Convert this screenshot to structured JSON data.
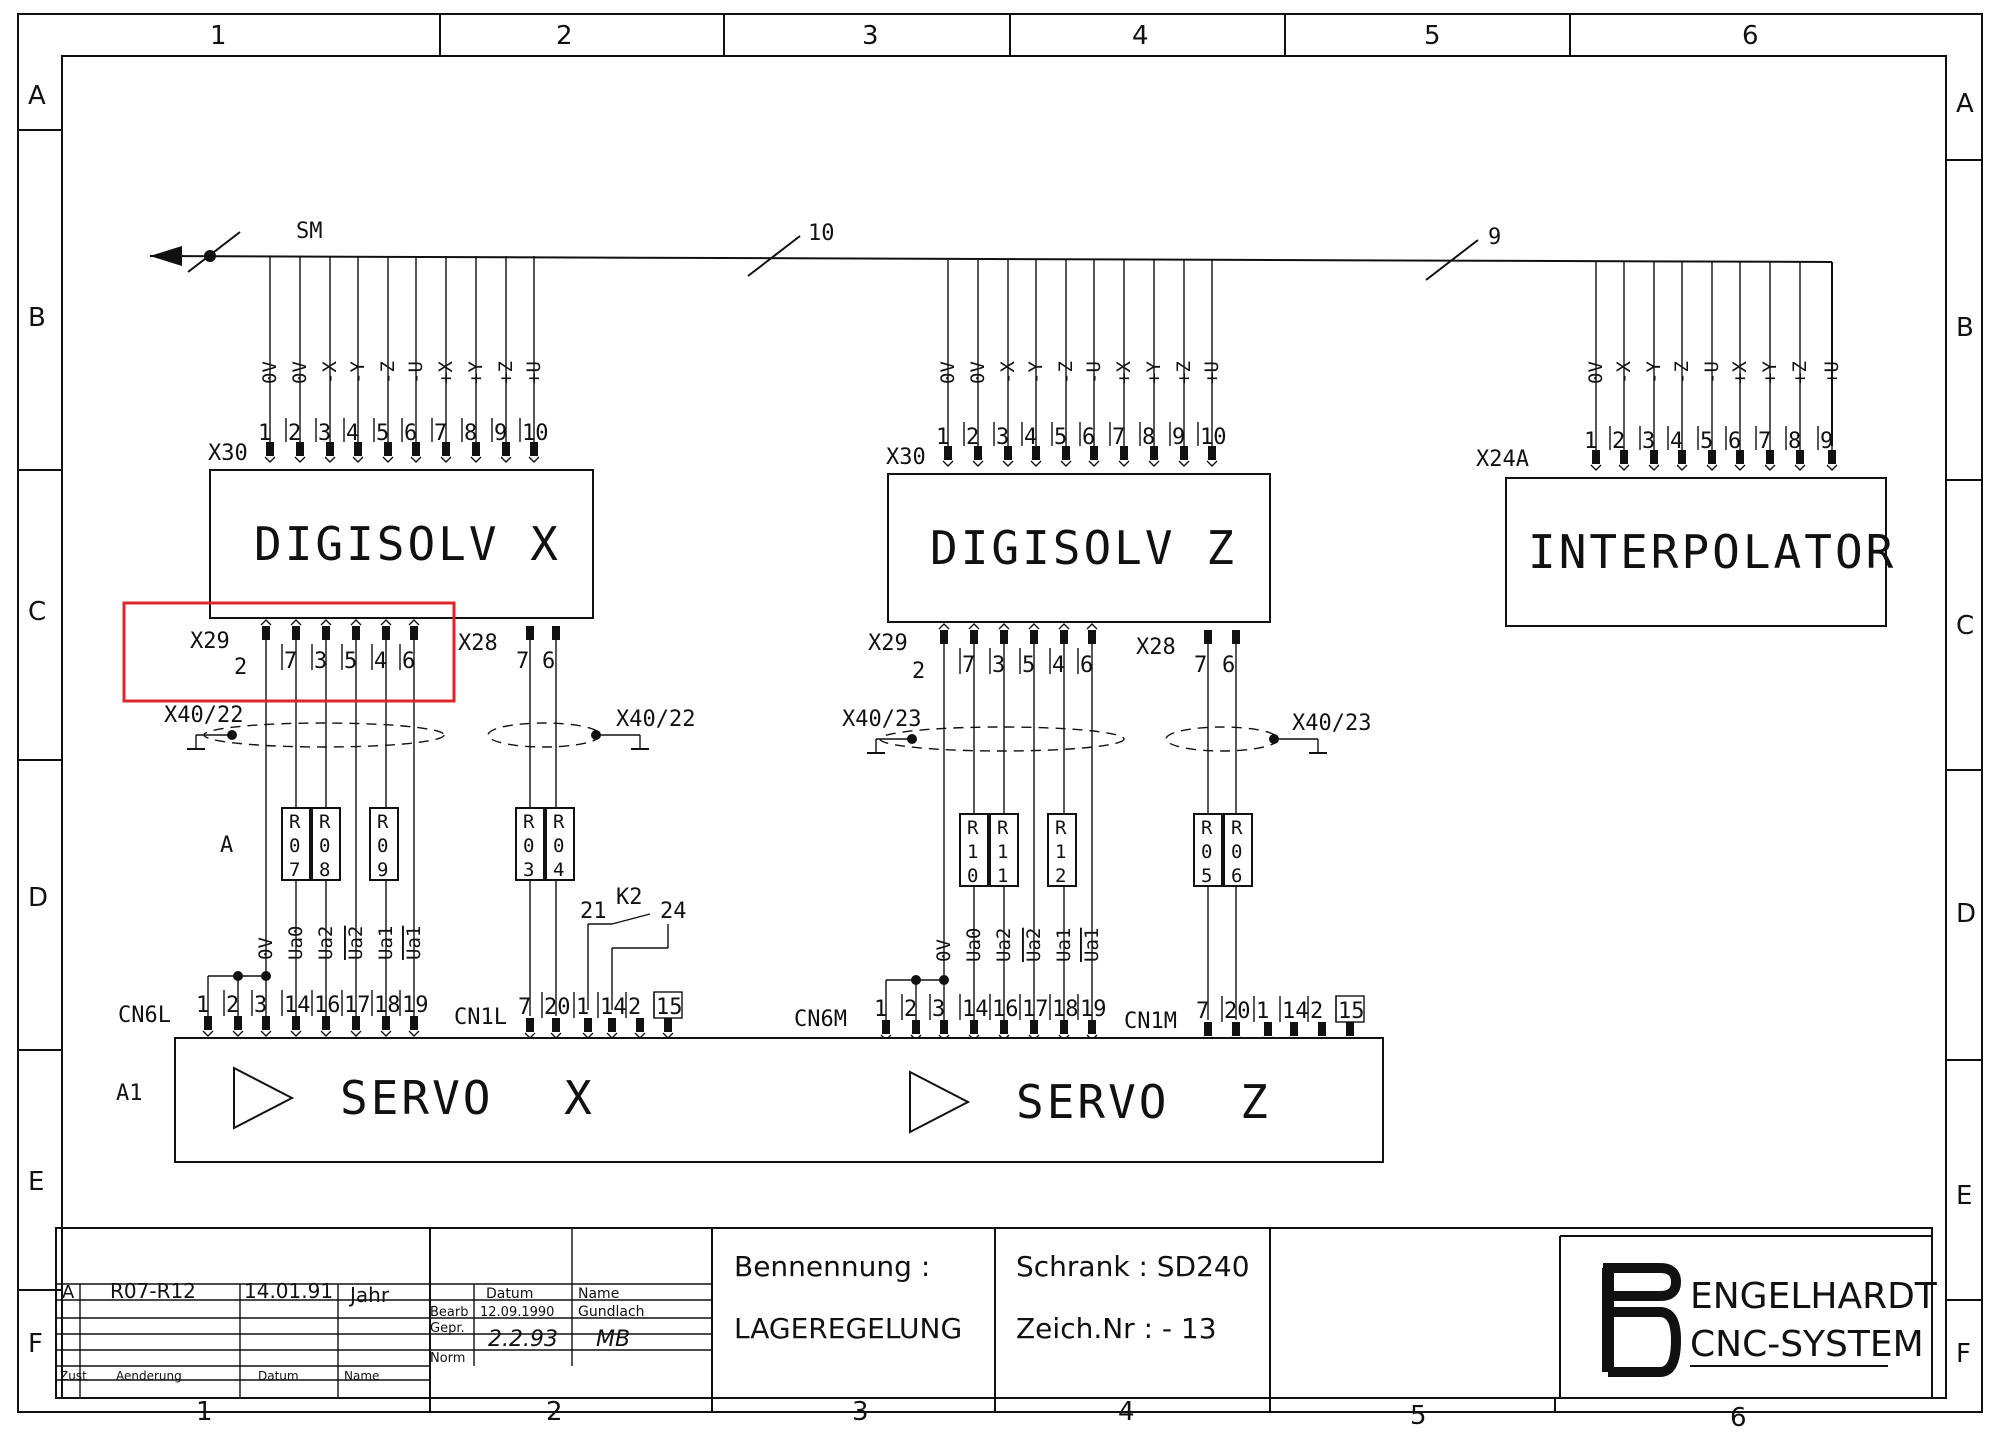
{
  "grid": {
    "columns": [
      "1",
      "2",
      "3",
      "4",
      "5",
      "6"
    ],
    "rows": [
      "A",
      "B",
      "C",
      "D",
      "E",
      "F"
    ]
  },
  "bus": {
    "label": "SM",
    "wire_count_1": "10",
    "wire_count_2": "9"
  },
  "blocks": {
    "digisolv_x": "DIGISOLV X",
    "digisolv_z": "DIGISOLV Z",
    "interpolator": "INTERPOLATOR",
    "servo_x": "SERVO X",
    "servo_z": "SERVO Z",
    "servo_designator": "A1"
  },
  "connectors": {
    "x30_a": {
      "name": "X30",
      "pins": [
        "1",
        "2",
        "3",
        "4",
        "5",
        "6",
        "7",
        "8",
        "9",
        "10"
      ],
      "signals": [
        "0V",
        "0V",
        "-X",
        "-Y",
        "-Z",
        "-U",
        "+X",
        "+Y",
        "+Z",
        "+U"
      ]
    },
    "x30_b": {
      "name": "X30",
      "pins": [
        "1",
        "2",
        "3",
        "4",
        "5",
        "6",
        "7",
        "8",
        "9",
        "10"
      ],
      "signals": [
        "0V",
        "0V",
        "-X",
        "-Y",
        "-Z",
        "-U",
        "+X",
        "+Y",
        "+Z",
        "+U"
      ]
    },
    "x24a": {
      "name": "X24A",
      "pins": [
        "1",
        "2",
        "3",
        "4",
        "5",
        "6",
        "7",
        "8",
        "9"
      ],
      "signals": [
        "0V",
        "-X",
        "-Y",
        "-Z",
        "-U",
        "+X",
        "+Y",
        "+Z",
        "+U"
      ]
    },
    "x29_a": {
      "name": "X29",
      "pins": [
        "2",
        "7",
        "3",
        "5",
        "4",
        "6"
      ]
    },
    "x28_a": {
      "name": "X28",
      "pins": [
        "7",
        "6"
      ]
    },
    "x29_b": {
      "name": "X29",
      "pins": [
        "2",
        "7",
        "3",
        "5",
        "4",
        "6"
      ]
    },
    "x28_b": {
      "name": "X28",
      "pins": [
        "7",
        "6"
      ]
    },
    "shield_1": "X40/22",
    "shield_2": "X40/22",
    "shield_3": "X40/23",
    "shield_4": "X40/23",
    "cn6l": {
      "name": "CN6L",
      "pins": [
        "1",
        "2",
        "3",
        "14",
        "16",
        "17",
        "18",
        "19"
      ]
    },
    "cn1l": {
      "name": "CN1L",
      "pins": [
        "7",
        "20",
        "1",
        "14",
        "2",
        "15"
      ]
    },
    "cn6m": {
      "name": "CN6M",
      "pins": [
        "1",
        "2",
        "3",
        "14",
        "16",
        "17",
        "18",
        "19"
      ]
    },
    "cn1m": {
      "name": "CN1M",
      "pins": [
        "7",
        "20",
        "1",
        "14",
        "2",
        "15"
      ]
    }
  },
  "resistors": {
    "r07": [
      "R",
      "0",
      "7"
    ],
    "r08": [
      "R",
      "0",
      "8"
    ],
    "r09": [
      "R",
      "0",
      "9"
    ],
    "r03": [
      "R",
      "0",
      "3"
    ],
    "r04": [
      "R",
      "0",
      "4"
    ],
    "r10": [
      "R",
      "1",
      "0"
    ],
    "r11": [
      "R",
      "1",
      "1"
    ],
    "r12": [
      "R",
      "1",
      "2"
    ],
    "r05": [
      "R",
      "0",
      "5"
    ],
    "r06": [
      "R",
      "0",
      "6"
    ]
  },
  "servo_signals": [
    "0V",
    "Ua0",
    "Ua2",
    "Ua2",
    "Ua1",
    "Ua1"
  ],
  "labels": {
    "a_mark": "A",
    "relay": "K2",
    "relay_pin_21": "21",
    "relay_pin_24": "24"
  },
  "title_block": {
    "rev_index": "A",
    "rev_change": "R07-R12",
    "rev_date": "14.01.91",
    "year": "Jahr",
    "hdr_date": "Datum",
    "hdr_name": "Name",
    "bearb": "Bearb",
    "bearb_date": "12.09.1990",
    "bearb_name": "Gundlach",
    "gepr": "Gepr.",
    "gepr_date": "2.2.93",
    "gepr_name": "MB",
    "norm": "Norm",
    "col_zust": "Zust",
    "col_aenderung": "Aenderung",
    "col_datum": "Datum",
    "col_name": "Name",
    "benennung_label": "Bennennung :",
    "benennung": "LAGEREGELUNG",
    "schrank": "Schrank : SD240",
    "zeich_nr": "Zeich.Nr : - 13",
    "company_1": "ENGELHARDT",
    "company_2": "CNC-SYSTEM"
  },
  "colors": {
    "ink": "#111111",
    "highlight": "#e0242c"
  }
}
